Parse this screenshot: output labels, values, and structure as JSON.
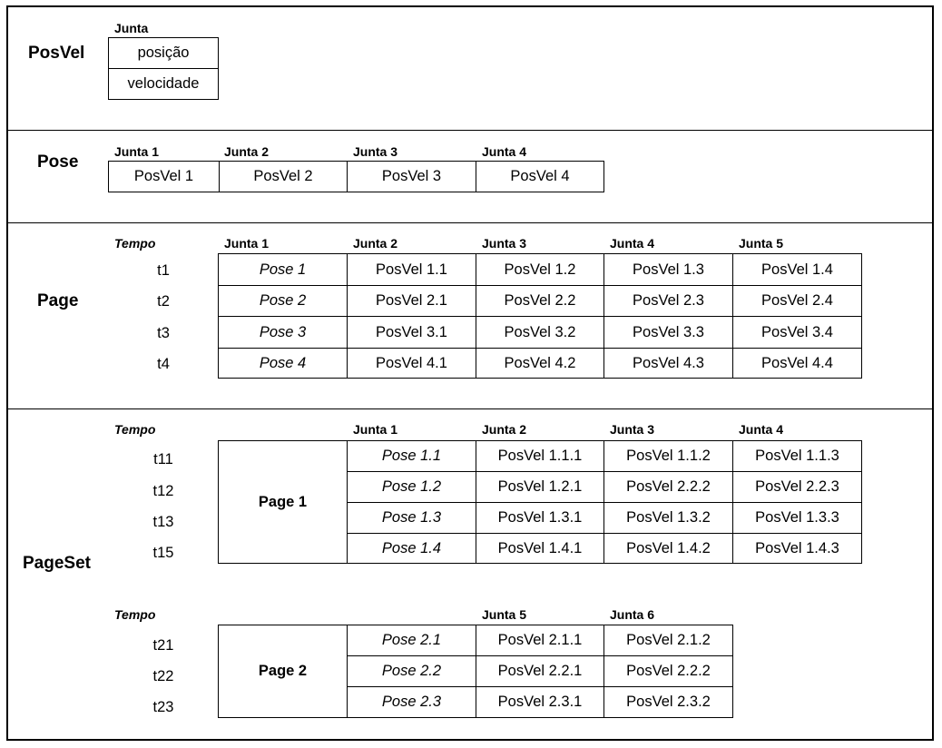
{
  "posvel": {
    "title": "PosVel",
    "header": "Junta",
    "rows": [
      "posição",
      "velocidade"
    ]
  },
  "pose": {
    "title": "Pose",
    "headers": [
      "Junta 1",
      "Junta 2",
      "Junta 3",
      "Junta 4"
    ],
    "cells": [
      "PosVel 1",
      "PosVel 2",
      "PosVel 3",
      "PosVel 4"
    ]
  },
  "page": {
    "title": "Page",
    "time_header": "Tempo",
    "headers": [
      "Junta 1",
      "Junta 2",
      "Junta 3",
      "Junta 4",
      "Junta 5"
    ],
    "rows": [
      {
        "time": "t1",
        "cells": [
          "Pose 1",
          "PosVel 1.1",
          "PosVel 1.2",
          "PosVel 1.3",
          "PosVel 1.4"
        ]
      },
      {
        "time": "t2",
        "cells": [
          "Pose 2",
          "PosVel 2.1",
          "PosVel 2.2",
          "PosVel 2.3",
          "PosVel 2.4"
        ]
      },
      {
        "time": "t3",
        "cells": [
          "Pose 3",
          "PosVel 3.1",
          "PosVel 3.2",
          "PosVel 3.3",
          "PosVel 3.4"
        ]
      },
      {
        "time": "t4",
        "cells": [
          "Pose 4",
          "PosVel 4.1",
          "PosVel 4.2",
          "PosVel 4.3",
          "PosVel 4.4"
        ]
      }
    ]
  },
  "pageset": {
    "title": "PageSet",
    "page1": {
      "time_header": "Tempo",
      "label": "Page 1",
      "headers": [
        "Junta 1",
        "Junta 2",
        "Junta 3",
        "Junta 4"
      ],
      "rows": [
        {
          "time": "t11",
          "cells": [
            "Pose 1.1",
            "PosVel 1.1.1",
            "PosVel 1.1.2",
            "PosVel 1.1.3"
          ]
        },
        {
          "time": "t12",
          "cells": [
            "Pose 1.2",
            "PosVel 1.2.1",
            "PosVel 2.2.2",
            "PosVel 2.2.3"
          ]
        },
        {
          "time": "t13",
          "cells": [
            "Pose 1.3",
            "PosVel 1.3.1",
            "PosVel 1.3.2",
            "PosVel 1.3.3"
          ]
        },
        {
          "time": "t15",
          "cells": [
            "Pose 1.4",
            "PosVel 1.4.1",
            "PosVel 1.4.2",
            "PosVel 1.4.3"
          ]
        }
      ]
    },
    "page2": {
      "time_header": "Tempo",
      "label": "Page 2",
      "headers": [
        "Junta 5",
        "Junta 6"
      ],
      "rows": [
        {
          "time": "t21",
          "cells": [
            "Pose 2.1",
            "PosVel 2.1.1",
            "PosVel 2.1.2"
          ]
        },
        {
          "time": "t22",
          "cells": [
            "Pose 2.2",
            "PosVel 2.2.1",
            "PosVel 2.2.2"
          ]
        },
        {
          "time": "t23",
          "cells": [
            "Pose 2.3",
            "PosVel 2.3.1",
            "PosVel 2.3.2"
          ]
        }
      ]
    }
  }
}
